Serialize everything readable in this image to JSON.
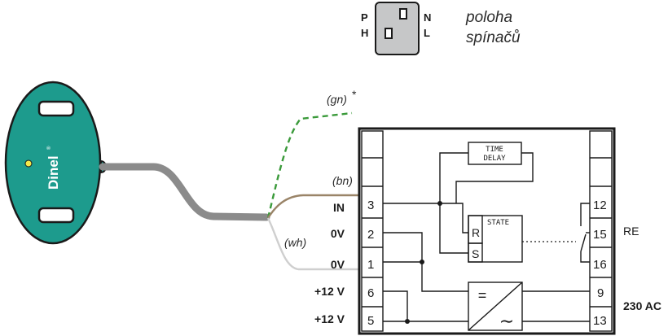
{
  "switch": {
    "left_top": "P",
    "left_bottom": "H",
    "right_top": "N",
    "right_bottom": "L",
    "caption_line1": "poloha",
    "caption_line2": "spínačů"
  },
  "sensor": {
    "brand": "Dinel",
    "registered": "®"
  },
  "wires": {
    "green": "(gn)",
    "green_note": "*",
    "brown": "(bn)",
    "white": "(wh)"
  },
  "signals": {
    "in": "IN",
    "zero_a": "0V",
    "zero_b": "0V",
    "plus12_a": "+12 V",
    "plus12_b": "+12 V"
  },
  "terminals": {
    "t3": "3",
    "t2": "2",
    "t1": "1",
    "t6": "6",
    "t5": "5",
    "t12": "12",
    "t15": "15",
    "t16": "16",
    "t9": "9",
    "t13": "13"
  },
  "blocks": {
    "time_line1": "TIME",
    "time_line2": "DELAY",
    "state": "STATE",
    "reset": "R",
    "set": "S",
    "psu_dc": "=",
    "psu_ac": "∼"
  },
  "outputs": {
    "relay": "RE",
    "supply": "230 AC"
  }
}
